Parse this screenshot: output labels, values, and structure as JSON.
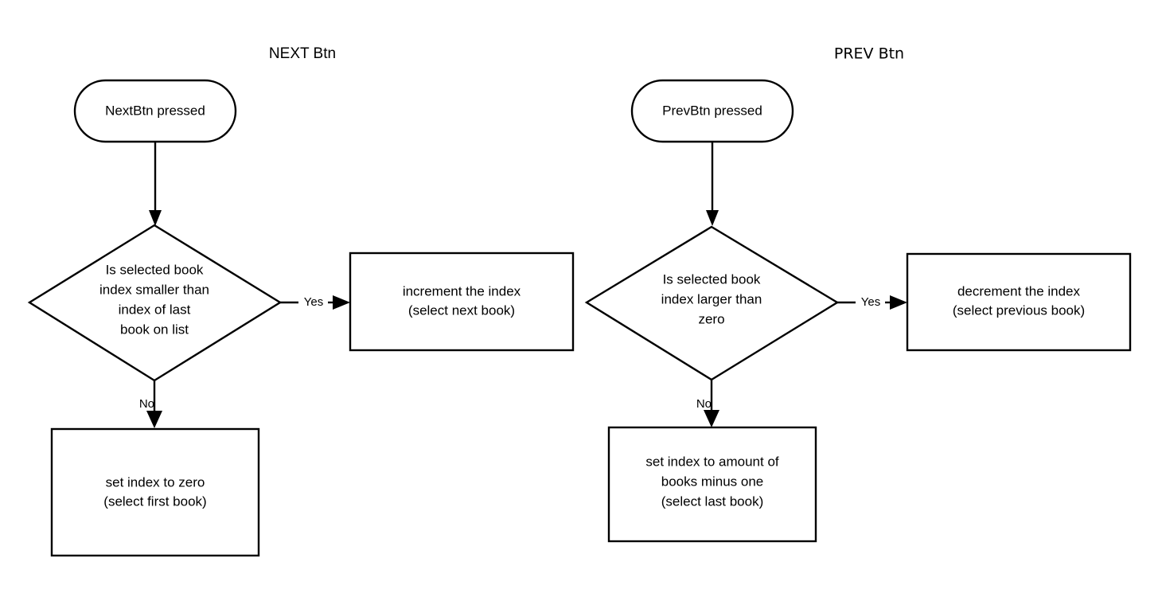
{
  "diagram": {
    "title_next": "NEXT Btn",
    "title_prev": "PREV Btn",
    "background_color": "#ffffff",
    "stroke_color": "#000000",
    "text_color": "#000000"
  },
  "next_flow": {
    "start": {
      "label": "NextBtn pressed",
      "shape": "stadium"
    },
    "decision": {
      "shape": "diamond",
      "lines": [
        "Is selected book",
        "index smaller than",
        "index of last",
        "book on list"
      ]
    },
    "yes_label": "Yes",
    "no_label": "No",
    "yes_branch": {
      "shape": "rectangle",
      "lines": [
        "increment the index",
        "(select next book)"
      ]
    },
    "no_branch": {
      "shape": "rectangle",
      "lines": [
        "set index to zero",
        "(select first book)"
      ]
    }
  },
  "prev_flow": {
    "start": {
      "label": "PrevBtn pressed",
      "shape": "stadium"
    },
    "decision": {
      "shape": "diamond",
      "lines": [
        "Is selected book",
        "index larger than",
        "zero"
      ]
    },
    "yes_label": "Yes",
    "no_label": "No",
    "yes_branch": {
      "shape": "rectangle",
      "lines": [
        "decrement the index",
        "(select previous book)"
      ]
    },
    "no_branch": {
      "shape": "rectangle",
      "lines": [
        "set index to amount of",
        "books minus one",
        "(select last book)"
      ]
    }
  }
}
